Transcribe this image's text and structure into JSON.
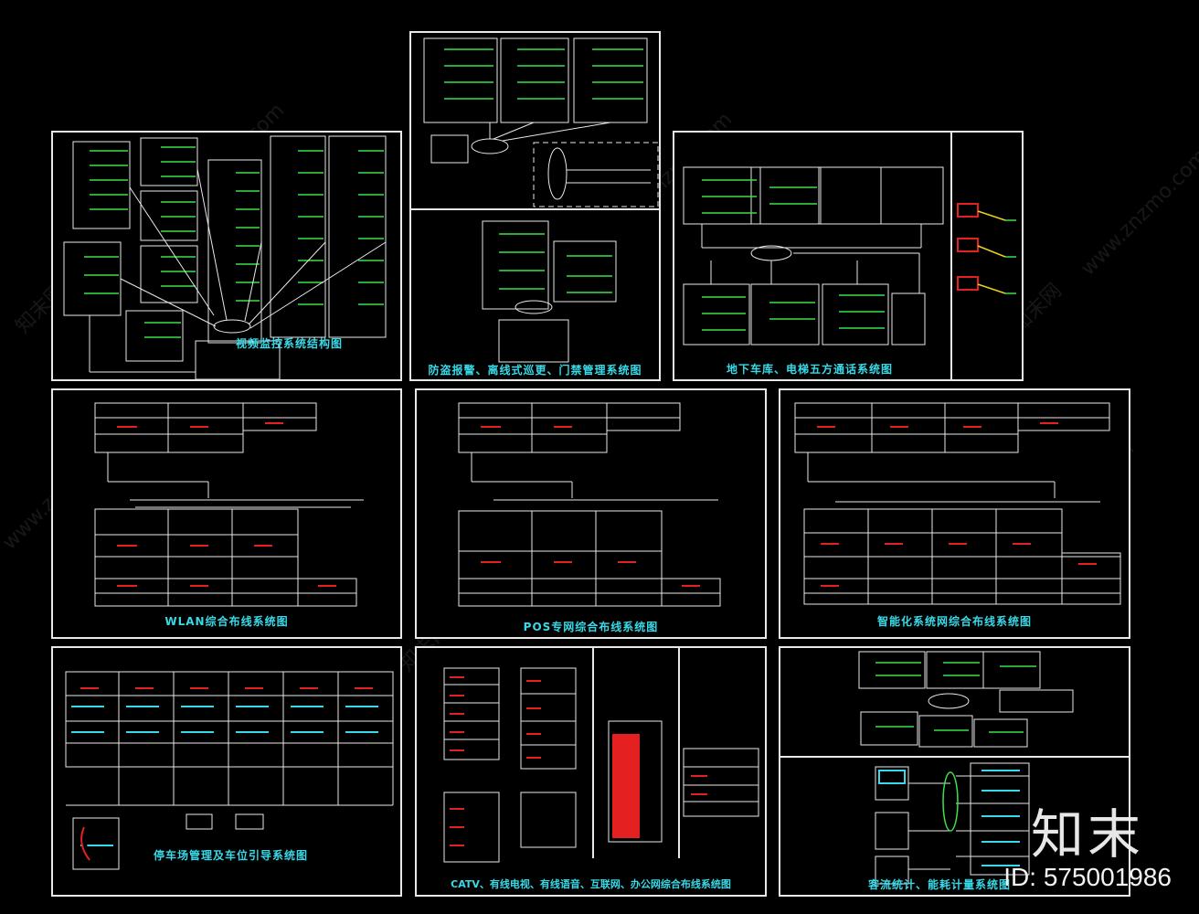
{
  "sheets": [
    {
      "key": "s1",
      "caption": "视频监控系统结构图"
    },
    {
      "key": "s2",
      "caption": "防盗报警、离线式巡更、门禁管理系统图"
    },
    {
      "key": "s3",
      "caption": "地下车库、电梯五方通话系统图"
    },
    {
      "key": "s4",
      "caption": "WLAN综合布线系统图"
    },
    {
      "key": "s5",
      "caption": "POS专网综合布线系统图"
    },
    {
      "key": "s6",
      "caption": "智能化系统网综合布线系统图"
    },
    {
      "key": "s7",
      "caption": "停车场管理及车位引导系统图"
    },
    {
      "key": "s8",
      "caption": "CATV、有线电视、有线语音、互联网、办公网综合布线系统图"
    },
    {
      "key": "s9",
      "caption": "客流统计、能耗计量系统图"
    }
  ],
  "watermark": {
    "text": "www.znzmo.com",
    "brand": "知末网"
  },
  "logo": {
    "text": "知末"
  },
  "id_label": "ID: 575001986",
  "colors": {
    "line": "#e8e8e8",
    "green": "#38e04a",
    "red": "#e52020",
    "cyan": "#38d9e8",
    "yellow": "#e8d020"
  }
}
